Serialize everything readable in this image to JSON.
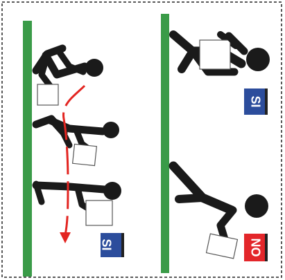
{
  "colors": {
    "background": "#ffffff",
    "border_dash": "#222222",
    "floor_green": "#3a9b48",
    "figure_black": "#1a1a1a",
    "box_fill": "#ffffff",
    "box_stroke": "#555555",
    "arrow_red": "#e32521",
    "badge_blue": "#2c4d9c",
    "badge_red": "#e3262a",
    "badge_shadow": "#222222"
  },
  "badges": {
    "left_panel": {
      "label": "SI",
      "color": "blue"
    },
    "right_top": {
      "label": "SI",
      "color": "blue"
    },
    "right_bottom": {
      "label": "NO",
      "color": "red"
    }
  }
}
